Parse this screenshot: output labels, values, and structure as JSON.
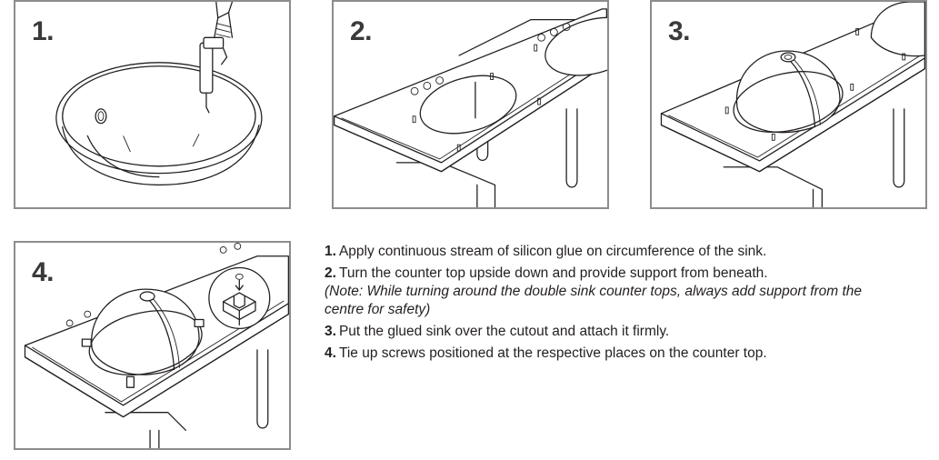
{
  "steps": [
    {
      "number": "1."
    },
    {
      "number": "2."
    },
    {
      "number": "3."
    },
    {
      "number": "4."
    }
  ],
  "instructions": [
    {
      "num": "1.",
      "text": "Apply continuous stream of silicon glue on circumference of the sink."
    },
    {
      "num": "2.",
      "text": "Turn the counter top upside down and provide support from beneath."
    },
    {
      "note_line1": "(Note: While turning around the double sink counter tops, always add support from the",
      "note_line2": "centre for safety)"
    },
    {
      "num": "3.",
      "text": "Put the glued sink over the cutout and attach it firmly."
    },
    {
      "num": "4.",
      "text": "Tie up screws positioned at the respective places on the counter top."
    }
  ]
}
